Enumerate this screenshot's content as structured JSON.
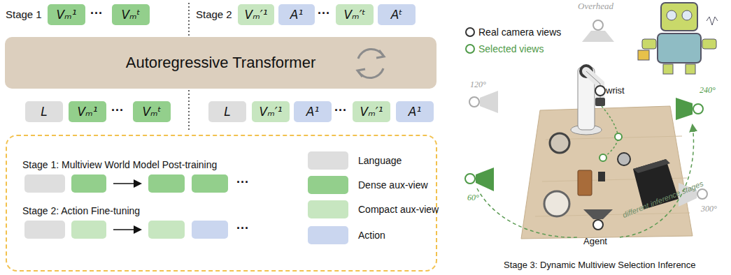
{
  "diagram": {
    "nodes": [
      {
        "text": [
          "Vₘ¹"
        ]
      },
      {
        "text": [
          "Vₘᵗ"
        ]
      },
      {
        "text": [
          "Vₘ′¹"
        ]
      },
      {
        "text": [
          "A¹"
        ]
      },
      {
        "text": [
          "Vₘ′ᵗ"
        ]
      },
      {
        "text": [
          "Aᵗ"
        ]
      },
      {
        "text": [
          "Autoregressive Transformer"
        ]
      },
      {
        "text": [
          "L"
        ]
      },
      {
        "text": [
          "Vₘ¹"
        ]
      },
      {
        "text": [
          "Vₘᵗ"
        ]
      },
      {
        "text": [
          "L"
        ]
      },
      {
        "text": [
          "Vₘ′¹"
        ]
      },
      {
        "text": [
          "A¹"
        ]
      },
      {
        "text": [
          "Vₘ′¹"
        ]
      },
      {
        "text": [
          "A¹"
        ]
      },
      {
        "text": [
          "Stage 1: Multiview World Model Post-training",
          "Stage 2: Action Fine-tuning"
        ]
      }
    ],
    "labels": [
      "Stage 1",
      "···",
      "Stage 2",
      "···",
      "···",
      "···",
      "···",
      "···",
      "Overhead",
      "Real camera views",
      "Selected views",
      "wrist",
      "120°",
      "240°",
      "60°",
      "300°",
      "different inference stages",
      "Agent",
      "Stage 3: Dynamic Multiview Selection Inference"
    ],
    "legend": [
      {
        "text": "Language",
        "color": "#dedede"
      },
      {
        "text": "Dense aux-view",
        "color": "#93cf8c"
      },
      {
        "text": "Compact aux-view",
        "color": "#c7e6c0"
      },
      {
        "text": "Action",
        "color": "#cad6ef"
      }
    ]
  }
}
